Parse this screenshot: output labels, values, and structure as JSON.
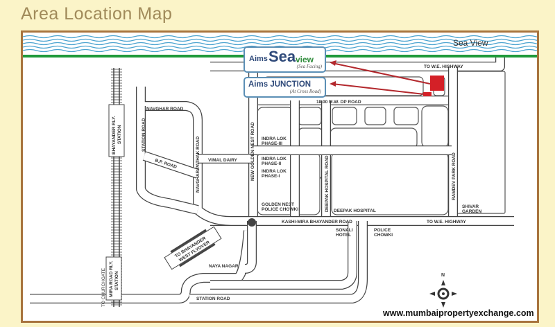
{
  "title": "Area Location Map",
  "sea_label": "Sea View",
  "projects": [
    {
      "brand": "Aims",
      "name_a": "Sea",
      "name_b": "view",
      "note": "(Sea Facing)"
    },
    {
      "brand": "Aims",
      "name": "JUNCTION",
      "note": "(At Cross Road)"
    }
  ],
  "labels": {
    "we_highway_top": "TO W.E. HIGHWAY",
    "dp_road": "18.00 M.W. DP ROAD",
    "navghar_road": "NAVGHAR ROAD",
    "station_road_v": "STATION ROAD",
    "bp_road": "B.P. ROAD",
    "navghar_pathak": "NAVGHAR PATHAK ROAD",
    "vimal_dairy": "VIMAL DAIRY",
    "new_golden_nest": "NEW GOLDEN NEST ROAD",
    "indra3": [
      "INDRA LOK",
      "PHASE-III"
    ],
    "indra2": [
      "INDRA LOK",
      "PHASE-II"
    ],
    "indra1": [
      "INDRA LOK",
      "PHASE-I"
    ],
    "golden_nest_chowki": [
      "GOLDEN NEST",
      "POLICE CHOWKI"
    ],
    "deepak_hospital_road": "DEEPAK HOSPITAL ROAD",
    "deepak_hospital": "DEEPAK HOSPITAL",
    "ramdev_park": "RAMDEV PARK ROAD",
    "shivar_garden": [
      "SHIVAR",
      "GARDEN"
    ],
    "kashi_mira": "KASHI-MIRA BHAYANDER ROAD",
    "we_highway_bottom": "TO W.E. HIGHWAY",
    "sonali_hotel": [
      "SONALI",
      "HOTEL"
    ],
    "police_chowki": [
      "POLICE",
      "CHOWKI"
    ],
    "flyover": [
      "TO BHAYANDER",
      "WEST FLYOVER"
    ],
    "naya_nagar": "NAYA NAGAR",
    "station_road_h": "STATION ROAD",
    "bhayander_stn": [
      "BHAYANDER RLY.",
      "STATION"
    ],
    "mira_road_stn": [
      "MIRA ROAD RLY.",
      "STATION"
    ],
    "to_churchgate": "TO CHURCHGATE",
    "north": "N"
  },
  "website": "www.mumbaipropertyexchange.com",
  "colors": {
    "sea": "#4aa3d0",
    "shore": "#1f9a3a",
    "marker": "#d42027",
    "arrow": "#b3282d",
    "frame": "#a8743e"
  }
}
